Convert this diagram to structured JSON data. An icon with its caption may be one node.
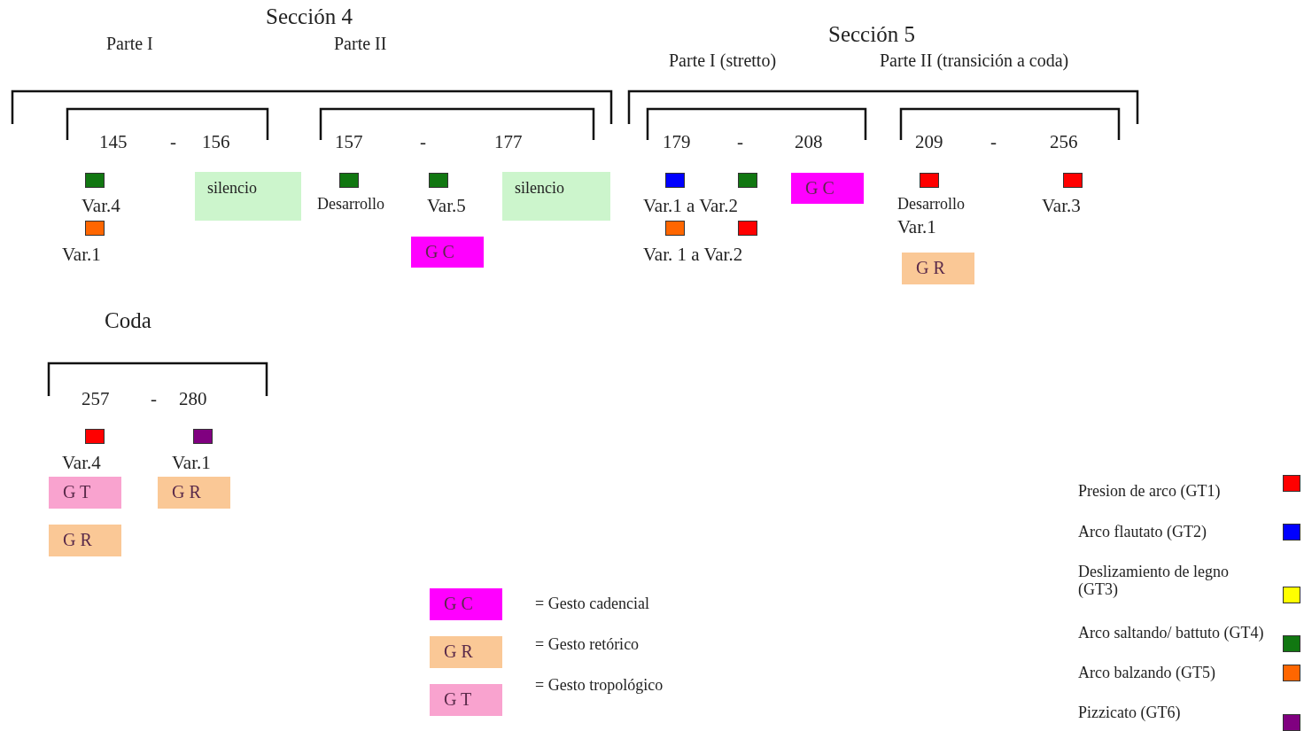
{
  "diagram": {
    "nodes": [
      {
        "text": [],
        "shape": "box",
        "beside": [
          "Var.4"
        ]
      },
      {
        "text": [
          "silencio"
        ]
      },
      {
        "text": [],
        "shape": "box",
        "beside": [
          "Var.1"
        ]
      },
      {
        "text": [],
        "shape": "box",
        "beside": [
          "Desarrollo"
        ]
      },
      {
        "text": [],
        "shape": "box",
        "beside": [
          "Var.5"
        ]
      },
      {
        "text": [
          "silencio"
        ]
      },
      {
        "text": [
          "G C"
        ]
      },
      {
        "text": [],
        "shape": "box"
      },
      {
        "text": [],
        "shape": "box"
      },
      {
        "text": [
          "G C"
        ]
      },
      {
        "text": [],
        "shape": "box"
      },
      {
        "text": [],
        "shape": "box"
      },
      {
        "text": [],
        "shape": "box",
        "beside": [
          "Desarrollo",
          "Var.1"
        ]
      },
      {
        "text": [],
        "shape": "box",
        "beside": [
          "Var.3"
        ]
      },
      {
        "text": [
          "G R"
        ]
      },
      {
        "text": [],
        "shape": "box",
        "beside": [
          "Var.4"
        ]
      },
      {
        "text": [],
        "shape": "box",
        "beside": [
          "Var.1"
        ]
      },
      {
        "text": [
          "G T"
        ]
      },
      {
        "text": [
          "G R"
        ]
      },
      {
        "text": [
          "G R"
        ]
      },
      {
        "text": [
          "G C"
        ],
        "beside": [
          "= Gesto cadencial"
        ]
      },
      {
        "text": [
          "G R"
        ],
        "beside": [
          "= Gesto retórico"
        ]
      },
      {
        "text": [
          "G T"
        ],
        "beside": [
          "= Gesto tropológico"
        ]
      }
    ],
    "edges": [],
    "labels": [
      "Sección 4",
      "Parte I",
      "Parte II",
      "145",
      "-",
      "156",
      "157",
      "-",
      "177",
      "Sección 5",
      "Parte I (stretto)",
      "Parte II (transición a coda)",
      "179",
      "-",
      "208",
      "Var.1 a Var.2",
      "Var. 1 a Var.2",
      "209",
      "-",
      "256",
      "Coda",
      "257",
      "-",
      "280"
    ],
    "legend": [
      {
        "text": "Presion de arco (GT1)",
        "color": "#ff0000"
      },
      {
        "text": "Arco flautato (GT2)",
        "color": "#0000ff"
      },
      {
        "text": "Deslizamiento de legno (GT3)",
        "color": "#ffff00"
      },
      {
        "text": "Arco saltando/ battuto (GT4)",
        "color": "#117711"
      },
      {
        "text": "Arco balzando (GT5)",
        "color": "#ff6600"
      },
      {
        "text": "Pizzicato (GT6)",
        "color": "#800080"
      }
    ]
  }
}
